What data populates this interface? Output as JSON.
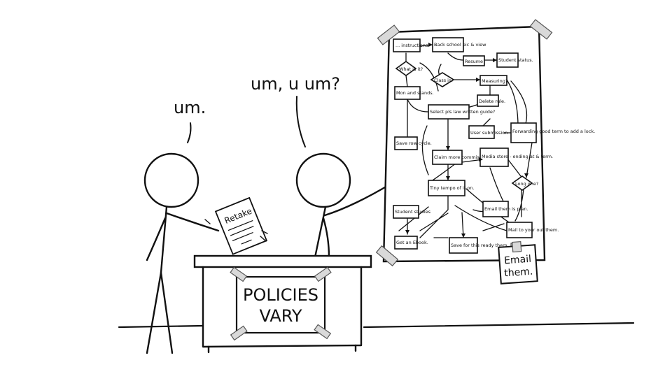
{
  "speech": {
    "left": "um.",
    "right": "um, u um?"
  },
  "paper": {
    "label": "Retake"
  },
  "desk": {
    "sign_line1": "POLICIES",
    "sign_line2": "VARY"
  },
  "flowchart": {
    "nodes": [
      "... instructions.",
      "Back school pic & view",
      "What is it?",
      "Resume",
      "Student status.",
      "Class is?",
      "Measuring?",
      "Mon and stands.",
      "Delete rule.",
      "Select pls law written guide?",
      "User submission",
      "Forwarding good term to add a lock.",
      "Save row cycle.",
      "Claim more commish.",
      "Media store - ending at & term.",
      "Long one?",
      "Tiny tempo of it on.",
      "Email them is plan.",
      "Student studies",
      "Get an Ebook.",
      "Save for this ready them.",
      "Mail to your out them."
    ]
  },
  "note": {
    "line1": "Email",
    "line2": "them."
  }
}
